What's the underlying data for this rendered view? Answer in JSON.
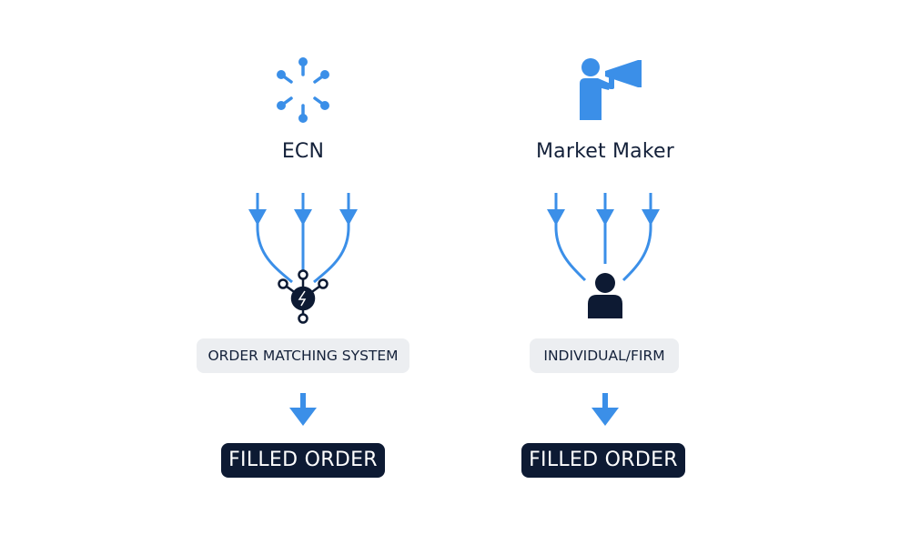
{
  "colors": {
    "accent": "#3b8fe8",
    "dark": "#0d1a33",
    "pill_bg": "#eceef1"
  },
  "ecn": {
    "title": "ECN",
    "icon": "network-hub-icon",
    "node_icon": "matching-node-icon",
    "system_label": "ORDER MATCHING SYSTEM",
    "result_label": "FILLED ORDER"
  },
  "market_maker": {
    "title": "Market Maker",
    "icon": "megaphone-person-icon",
    "node_icon": "person-icon",
    "system_label": "INDIVIDUAL/FIRM",
    "result_label": "FILLED ORDER"
  }
}
